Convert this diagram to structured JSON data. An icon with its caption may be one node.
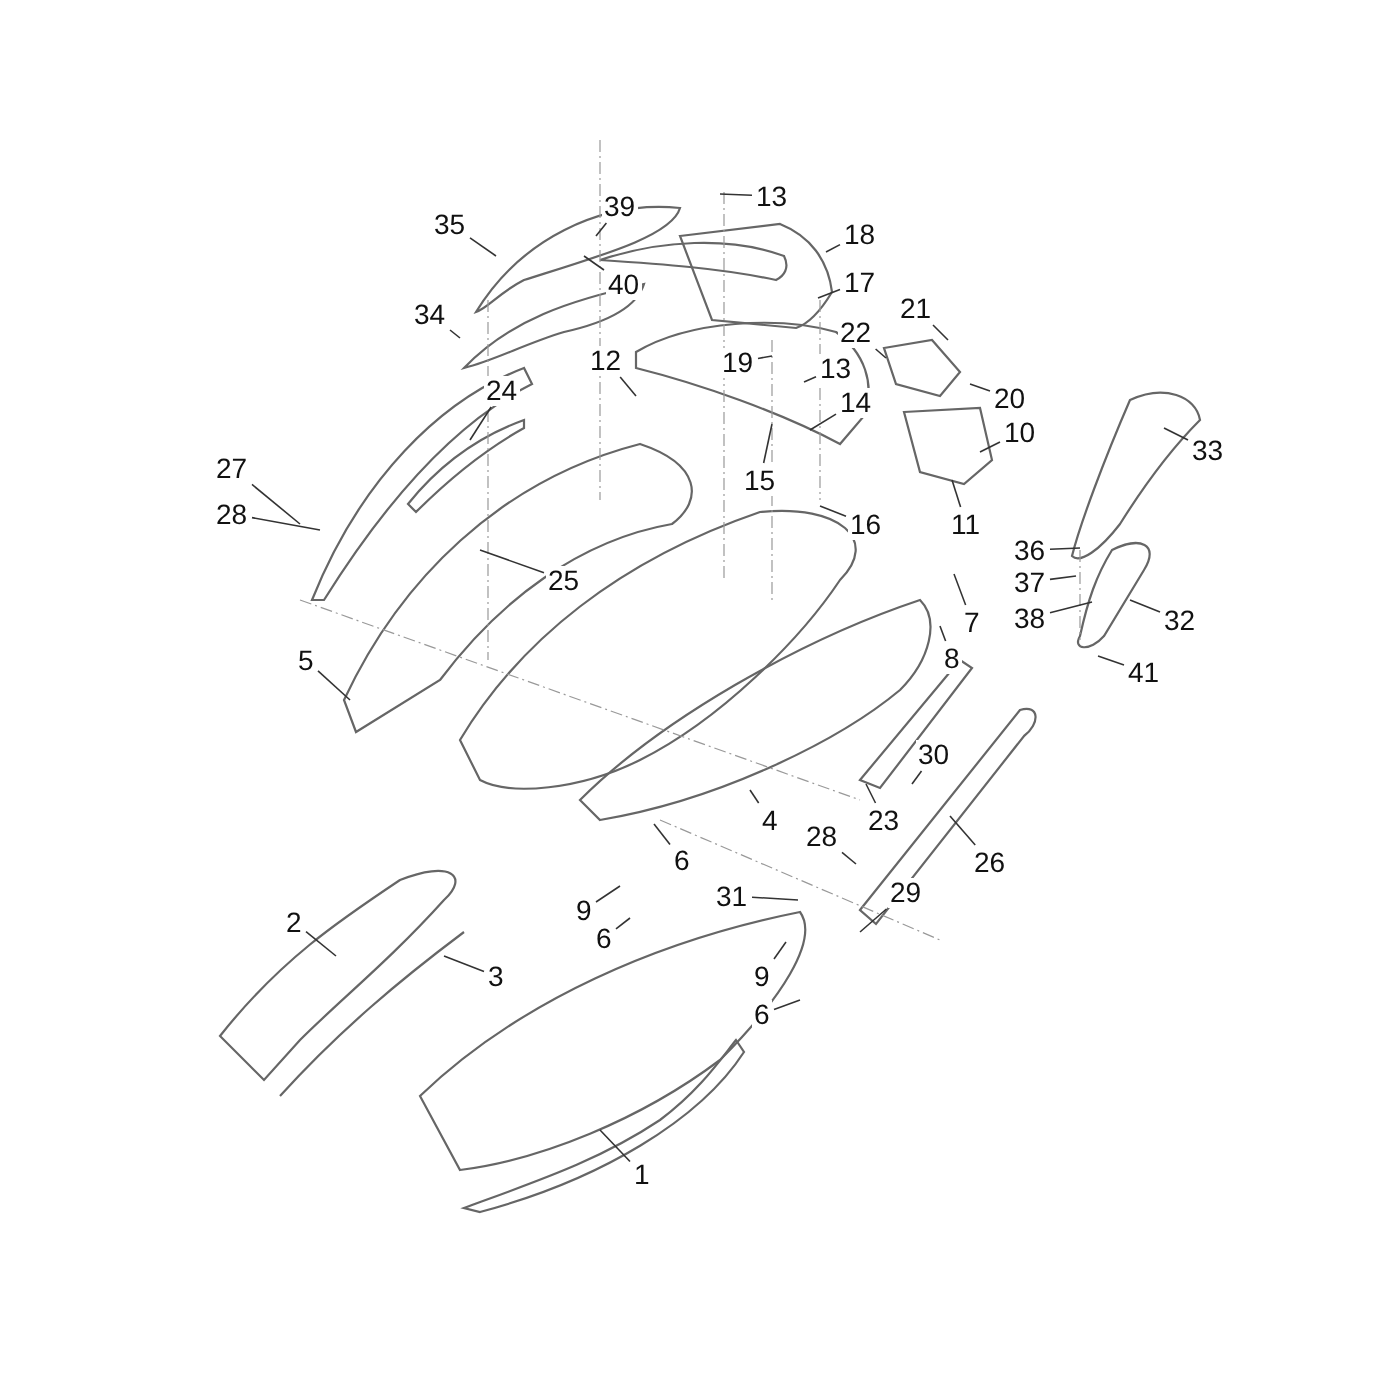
{
  "diagram": {
    "nodes": [
      {
        "text": [
          "13"
        ]
      },
      {
        "text": [
          "39"
        ]
      },
      {
        "text": [
          "35"
        ]
      },
      {
        "text": [
          "18"
        ]
      },
      {
        "text": [
          "40"
        ]
      },
      {
        "text": [
          "17"
        ]
      },
      {
        "text": [
          "34"
        ]
      },
      {
        "text": [
          "21"
        ]
      },
      {
        "text": [
          "22"
        ]
      },
      {
        "text": [
          "19"
        ]
      },
      {
        "text": [
          "12"
        ]
      },
      {
        "text": [
          "13"
        ]
      },
      {
        "text": [
          "24"
        ]
      },
      {
        "text": [
          "20"
        ]
      },
      {
        "text": [
          "14"
        ]
      },
      {
        "text": [
          "10"
        ]
      },
      {
        "text": [
          "33"
        ]
      },
      {
        "text": [
          "27"
        ]
      },
      {
        "text": [
          "15"
        ]
      },
      {
        "text": [
          "28"
        ]
      },
      {
        "text": [
          "16"
        ]
      },
      {
        "text": [
          "11"
        ]
      },
      {
        "text": [
          "36"
        ]
      },
      {
        "text": [
          "25"
        ]
      },
      {
        "text": [
          "37"
        ]
      },
      {
        "text": [
          "7"
        ]
      },
      {
        "text": [
          "38"
        ]
      },
      {
        "text": [
          "32"
        ]
      },
      {
        "text": [
          "5"
        ]
      },
      {
        "text": [
          "8"
        ]
      },
      {
        "text": [
          "41"
        ]
      },
      {
        "text": [
          "30"
        ]
      },
      {
        "text": [
          "4"
        ]
      },
      {
        "text": [
          "23"
        ]
      },
      {
        "text": [
          "28"
        ]
      },
      {
        "text": [
          "6"
        ]
      },
      {
        "text": [
          "26"
        ]
      },
      {
        "text": [
          "29"
        ]
      },
      {
        "text": [
          "31"
        ]
      },
      {
        "text": [
          "9"
        ]
      },
      {
        "text": [
          "2"
        ]
      },
      {
        "text": [
          "6"
        ]
      },
      {
        "text": [
          "3"
        ]
      },
      {
        "text": [
          "9"
        ]
      },
      {
        "text": [
          "6"
        ]
      },
      {
        "text": [
          "1"
        ]
      }
    ],
    "edges": [
      {
        "from": 0,
        "to": null,
        "arrow": "none"
      },
      {
        "from": 1,
        "to": null,
        "arrow": "none"
      },
      {
        "from": 2,
        "to": null,
        "arrow": "none"
      },
      {
        "from": 3,
        "to": null,
        "arrow": "none"
      },
      {
        "from": 4,
        "to": null,
        "arrow": "none"
      },
      {
        "from": 5,
        "to": null,
        "arrow": "none"
      },
      {
        "from": 6,
        "to": null,
        "arrow": "none"
      },
      {
        "from": 7,
        "to": null,
        "arrow": "none"
      },
      {
        "from": 8,
        "to": null,
        "arrow": "none"
      },
      {
        "from": 9,
        "to": null,
        "arrow": "none"
      },
      {
        "from": 10,
        "to": null,
        "arrow": "none"
      },
      {
        "from": 11,
        "to": null,
        "arrow": "none"
      },
      {
        "from": 12,
        "to": null,
        "arrow": "none"
      },
      {
        "from": 13,
        "to": null,
        "arrow": "none"
      },
      {
        "from": 14,
        "to": null,
        "arrow": "none"
      },
      {
        "from": 15,
        "to": null,
        "arrow": "none"
      },
      {
        "from": 16,
        "to": null,
        "arrow": "none"
      },
      {
        "from": 17,
        "to": null,
        "arrow": "none"
      },
      {
        "from": 18,
        "to": null,
        "arrow": "none"
      },
      {
        "from": 19,
        "to": null,
        "arrow": "none"
      },
      {
        "from": 20,
        "to": null,
        "arrow": "none"
      },
      {
        "from": 21,
        "to": null,
        "arrow": "none"
      },
      {
        "from": 22,
        "to": null,
        "arrow": "none"
      },
      {
        "from": 23,
        "to": null,
        "arrow": "none"
      },
      {
        "from": 24,
        "to": null,
        "arrow": "none"
      },
      {
        "from": 25,
        "to": null,
        "arrow": "none"
      },
      {
        "from": 26,
        "to": null,
        "arrow": "none"
      },
      {
        "from": 27,
        "to": null,
        "arrow": "none"
      },
      {
        "from": 28,
        "to": null,
        "arrow": "none"
      },
      {
        "from": 29,
        "to": null,
        "arrow": "none"
      },
      {
        "from": 30,
        "to": null,
        "arrow": "none"
      },
      {
        "from": 31,
        "to": null,
        "arrow": "none"
      },
      {
        "from": 32,
        "to": null,
        "arrow": "none"
      },
      {
        "from": 33,
        "to": null,
        "arrow": "none"
      },
      {
        "from": 34,
        "to": null,
        "arrow": "none"
      },
      {
        "from": 35,
        "to": null,
        "arrow": "none"
      },
      {
        "from": 36,
        "to": null,
        "arrow": "none"
      },
      {
        "from": 37,
        "to": null,
        "arrow": "none"
      },
      {
        "from": 38,
        "to": null,
        "arrow": "none"
      },
      {
        "from": 39,
        "to": null,
        "arrow": "none"
      },
      {
        "from": 40,
        "to": null,
        "arrow": "none"
      },
      {
        "from": 41,
        "to": null,
        "arrow": "none"
      },
      {
        "from": 42,
        "to": null,
        "arrow": "none"
      },
      {
        "from": 43,
        "to": null,
        "arrow": "none"
      },
      {
        "from": 44,
        "to": null,
        "arrow": "none"
      },
      {
        "from": 45,
        "to": null,
        "arrow": "none"
      }
    ]
  }
}
